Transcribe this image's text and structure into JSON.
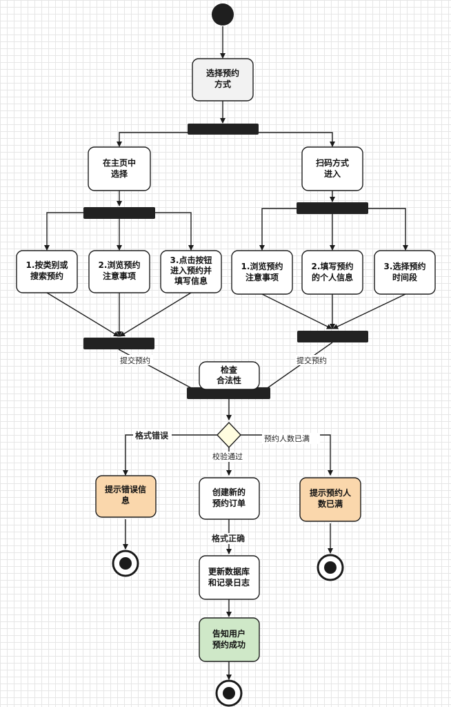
{
  "nodes": {
    "select_method": [
      "选择预约",
      "方式"
    ],
    "home_select": [
      "在主页中",
      "选择"
    ],
    "scan_enter": [
      "扫码方式",
      "进入"
    ],
    "l1": [
      "1.按类别或",
      "搜索预约"
    ],
    "l2": [
      "2.浏览预约",
      "注意事项"
    ],
    "l3": [
      "3.点击按钮",
      "进入预约并",
      "填写信息"
    ],
    "r1": [
      "1.浏览预约",
      "注意事项"
    ],
    "r2": [
      "2.填写预约",
      "的个人信息"
    ],
    "r3": [
      "3.选择预约",
      "时间段"
    ],
    "check": [
      "检查",
      "合法性"
    ],
    "error_info": [
      "提示错误信",
      "息"
    ],
    "create_order": [
      "创建新的",
      "预约订单"
    ],
    "full_info": [
      "提示预约人",
      "数已满"
    ],
    "update_db": [
      "更新数据库",
      "和记录日志"
    ],
    "notify": [
      "告知用户",
      "预约成功"
    ]
  },
  "edge_labels": {
    "submit_left": "提交预约",
    "submit_right": "提交预约",
    "format_error": "格式错误",
    "full": "预约人数已满",
    "verified": "校验通过",
    "format_ok": "格式正确"
  },
  "colors": {
    "bar": "#222222",
    "node_fill": "#ffffff",
    "select_fill": "#f2f2f2",
    "warning_fill": "#fad7ac",
    "success_fill": "#cfe8c8",
    "decision_fill": "#fffde0",
    "stroke": "#1a1a1a"
  }
}
